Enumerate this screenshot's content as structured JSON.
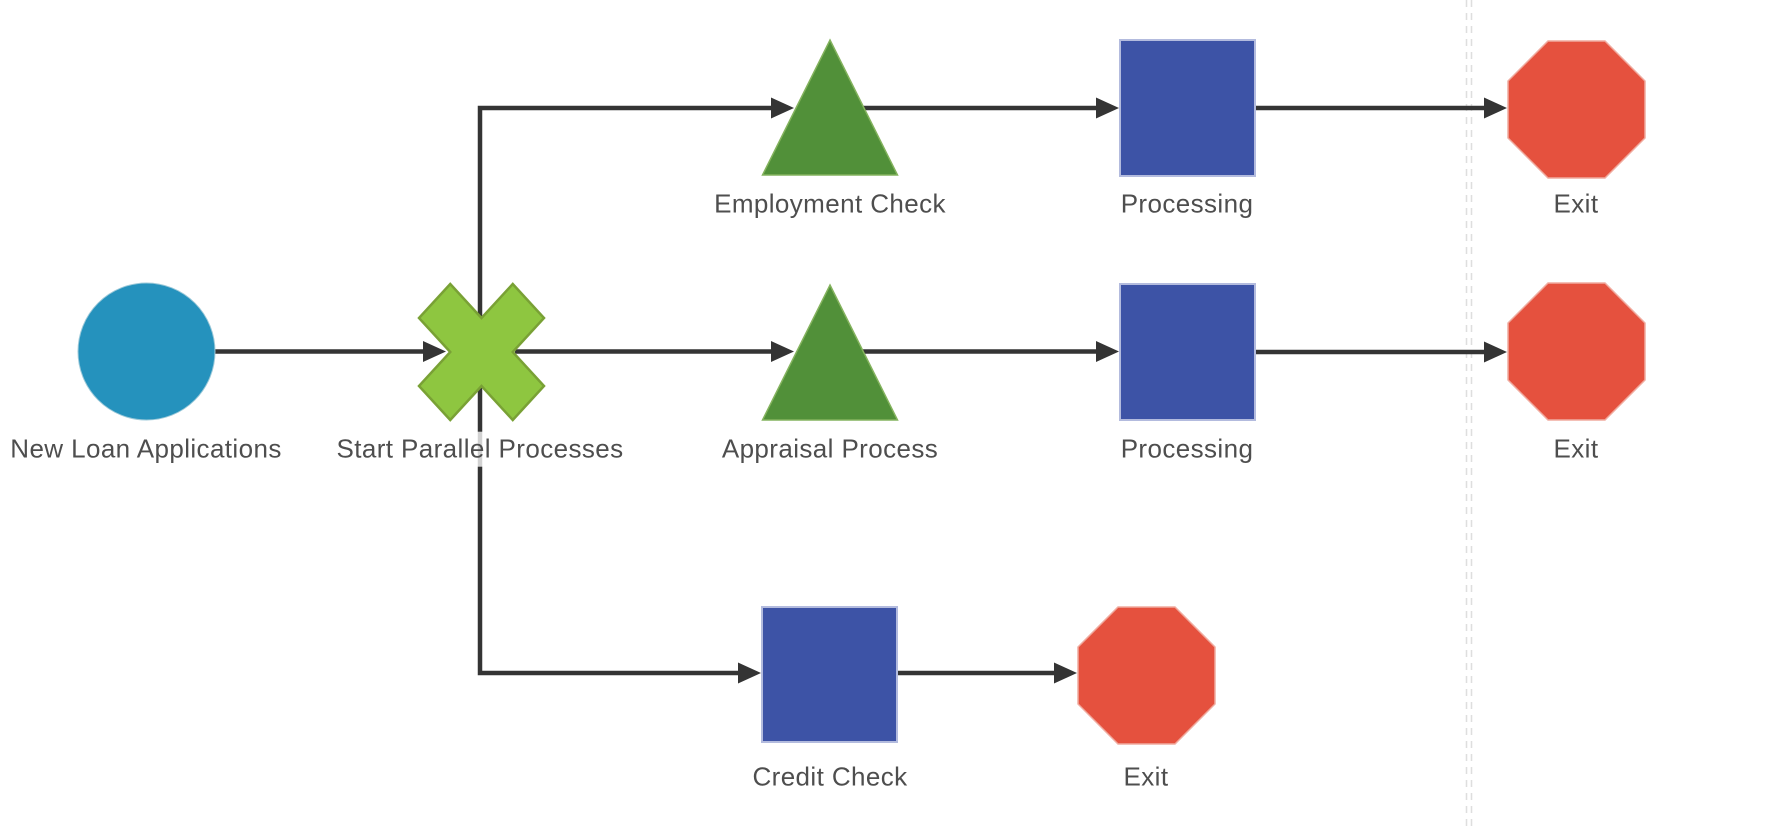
{
  "diagram": {
    "type": "flowchart",
    "description": "Loan application parallel process flow"
  },
  "colors": {
    "start_event_fill": "#2592bd",
    "start_event_stroke": "#9cc9d9",
    "gateway_fill": "#8ec640",
    "gateway_stroke": "#79a135",
    "check_fill": "#519039",
    "check_stroke": "#84b35e",
    "process_fill": "#3d53a6",
    "process_stroke": "#b3bbde",
    "exit_fill": "#e5513e",
    "exit_stroke": "#f0ab9f",
    "connector": "#343434",
    "label_text": "#4e4e4e",
    "page_guide": "#dedede"
  },
  "nodes": [
    {
      "id": "new-loan-applications",
      "shape": "circle",
      "label": "New Loan Applications"
    },
    {
      "id": "start-parallel-processes",
      "shape": "cross",
      "label": "Start Parallel Processes"
    },
    {
      "id": "employment-check",
      "shape": "triangle",
      "label": "Employment Check"
    },
    {
      "id": "processing-employment",
      "shape": "square",
      "label": "Processing"
    },
    {
      "id": "exit-employment",
      "shape": "octagon",
      "label": "Exit"
    },
    {
      "id": "appraisal-process",
      "shape": "triangle",
      "label": "Appraisal Process"
    },
    {
      "id": "processing-appraisal",
      "shape": "square",
      "label": "Processing"
    },
    {
      "id": "exit-appraisal",
      "shape": "octagon",
      "label": "Exit"
    },
    {
      "id": "credit-check",
      "shape": "square",
      "label": "Credit Check"
    },
    {
      "id": "exit-credit",
      "shape": "octagon",
      "label": "Exit"
    }
  ],
  "edges": [
    {
      "from": "new-loan-applications",
      "to": "start-parallel-processes"
    },
    {
      "from": "start-parallel-processes",
      "to": "employment-check"
    },
    {
      "from": "start-parallel-processes",
      "to": "appraisal-process"
    },
    {
      "from": "start-parallel-processes",
      "to": "credit-check"
    },
    {
      "from": "employment-check",
      "to": "processing-employment"
    },
    {
      "from": "processing-employment",
      "to": "exit-employment"
    },
    {
      "from": "appraisal-process",
      "to": "processing-appraisal"
    },
    {
      "from": "processing-appraisal",
      "to": "exit-appraisal"
    },
    {
      "from": "credit-check",
      "to": "exit-credit"
    }
  ]
}
